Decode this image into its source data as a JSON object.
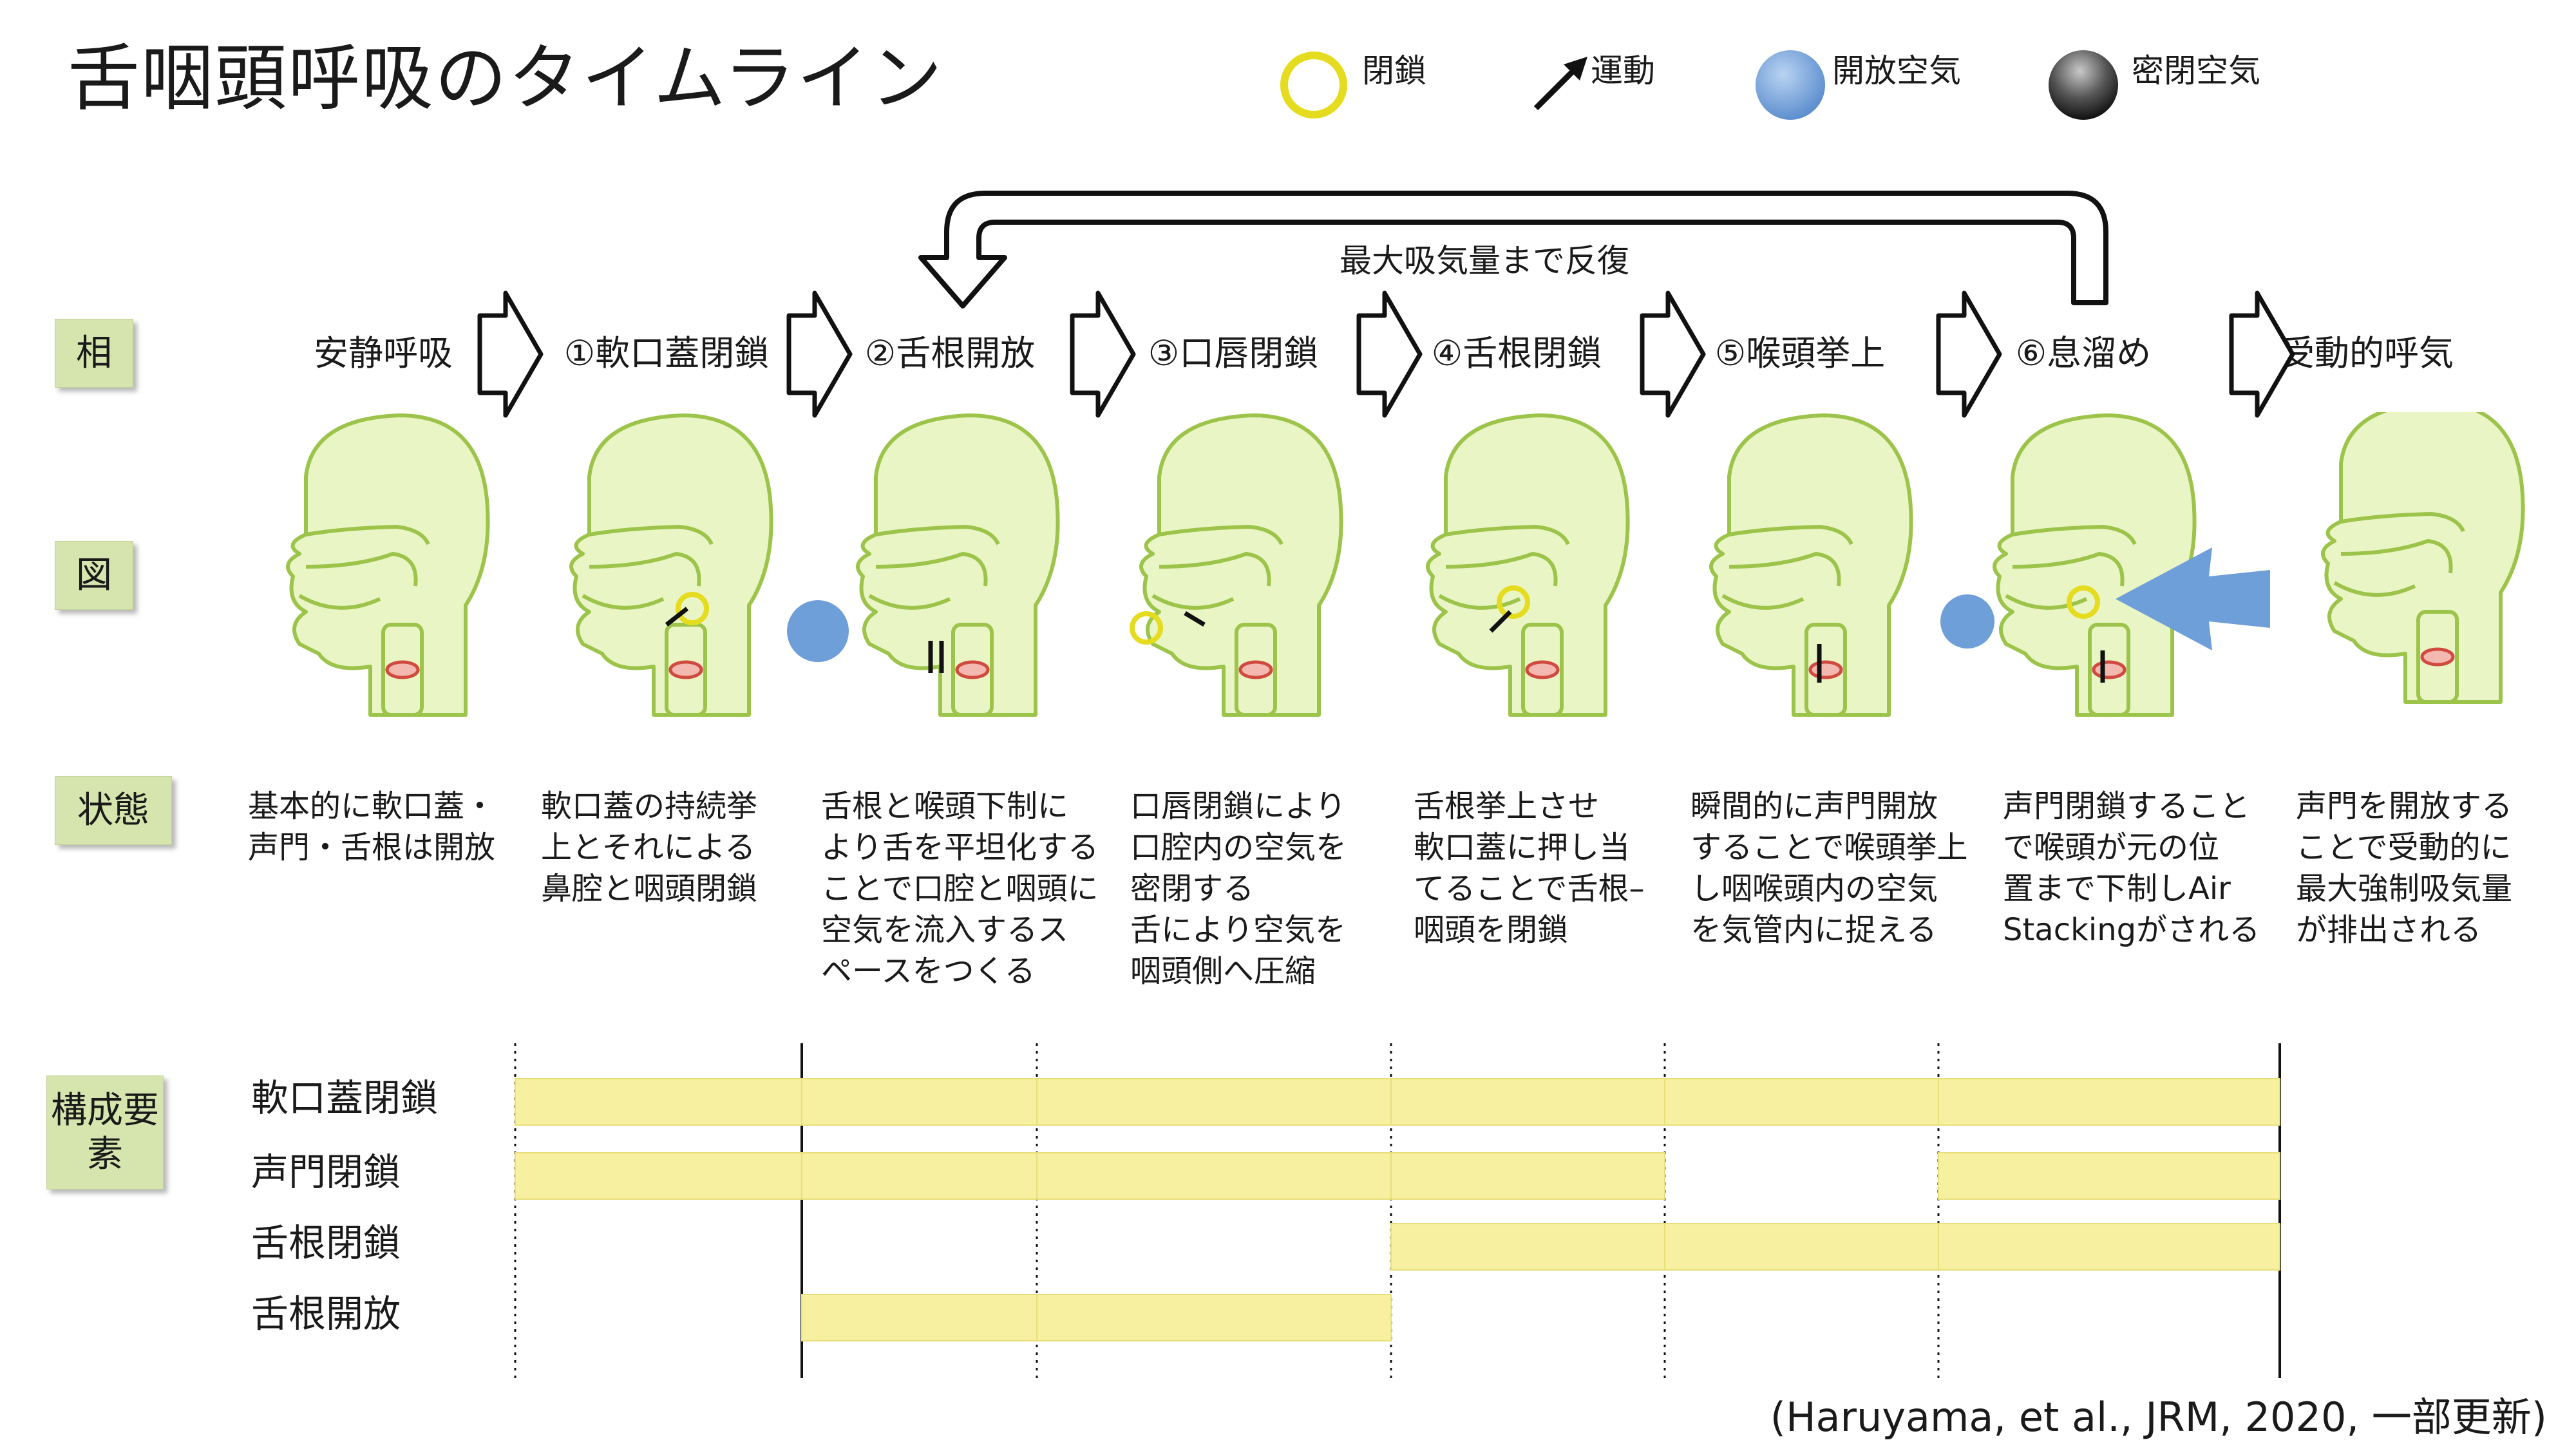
{
  "title": "舌咽頭呼吸のタイムライン",
  "legend": [
    {
      "label": "閉鎖",
      "icon": "yellow-ring-icon"
    },
    {
      "label": "運動",
      "icon": "arrow-icon"
    },
    {
      "label": "開放空気",
      "icon": "blue-sphere-icon"
    },
    {
      "label": "密閉空気",
      "icon": "dark-sphere-icon"
    }
  ],
  "repeat_label": "最大吸気量まで反復",
  "row_labels": {
    "phase": "相",
    "figure": "図",
    "state": "状態",
    "components": "構成要素"
  },
  "phases": [
    "安静呼吸",
    "①軟口蓋閉鎖",
    "②舌根開放",
    "③口唇閉鎖",
    "④舌根閉鎖",
    "⑤喉頭挙上",
    "⑥息溜め",
    "受動的呼気"
  ],
  "descriptions": [
    [
      "基本的に軟口蓋・",
      "声門・舌根は開放"
    ],
    [
      "軟口蓋の持続挙",
      "上とそれによる",
      "鼻腔と咽頭閉鎖"
    ],
    [
      "舌根と喉頭下制に",
      "より舌を平坦化する",
      "ことで口腔と咽頭に",
      "空気を流入するス",
      "ペースをつくる"
    ],
    [
      "口唇閉鎖により",
      "口腔内の空気を",
      "密閉する",
      "舌により空気を",
      "咽頭側へ圧縮"
    ],
    [
      "舌根挙上させ",
      "軟口蓋に押し当",
      "てることで舌根–",
      "咽頭を閉鎖"
    ],
    [
      "瞬間的に声門開放",
      "することで喉頭挙上",
      "し咽喉頭内の空気",
      "を気管内に捉える"
    ],
    [
      "声門閉鎖すること",
      "で喉頭が元の位",
      "置まで下制しAir",
      "Stackingがされる"
    ],
    [
      "声門を開放する",
      "ことで受動的に",
      "最大強制吸気量",
      "が排出される"
    ]
  ],
  "components": [
    {
      "label": "軟口蓋閉鎖",
      "active_phases": [
        "①軟口蓋閉鎖",
        "②舌根開放",
        "③口唇閉鎖",
        "④舌根閉鎖",
        "⑤喉頭挙上",
        "⑥息溜め"
      ]
    },
    {
      "label": "声門閉鎖",
      "active_phases": [
        "①軟口蓋閉鎖",
        "②舌根開放",
        "③口唇閉鎖",
        "④舌根閉鎖",
        "⑥息溜め"
      ]
    },
    {
      "label": "舌根閉鎖",
      "active_phases": [
        "④舌根閉鎖",
        "⑤喉頭挙上",
        "⑥息溜め"
      ]
    },
    {
      "label": "舌根開放",
      "active_phases": [
        "②舌根開放",
        "③口唇閉鎖"
      ]
    }
  ],
  "citation": "(Haruyama, et al., JRM, 2020, 一部更新)",
  "colors": {
    "bar": "#f7f0a0",
    "bar_edge": "#e8df7a",
    "head_fill": "#eaf5c6",
    "head_stroke": "#9dc44a",
    "label_bg": "#d6e4ae",
    "open_air": "#6f9fd8",
    "sealed_air": "#3a3a3a",
    "closure_ring": "#e5dc20"
  }
}
